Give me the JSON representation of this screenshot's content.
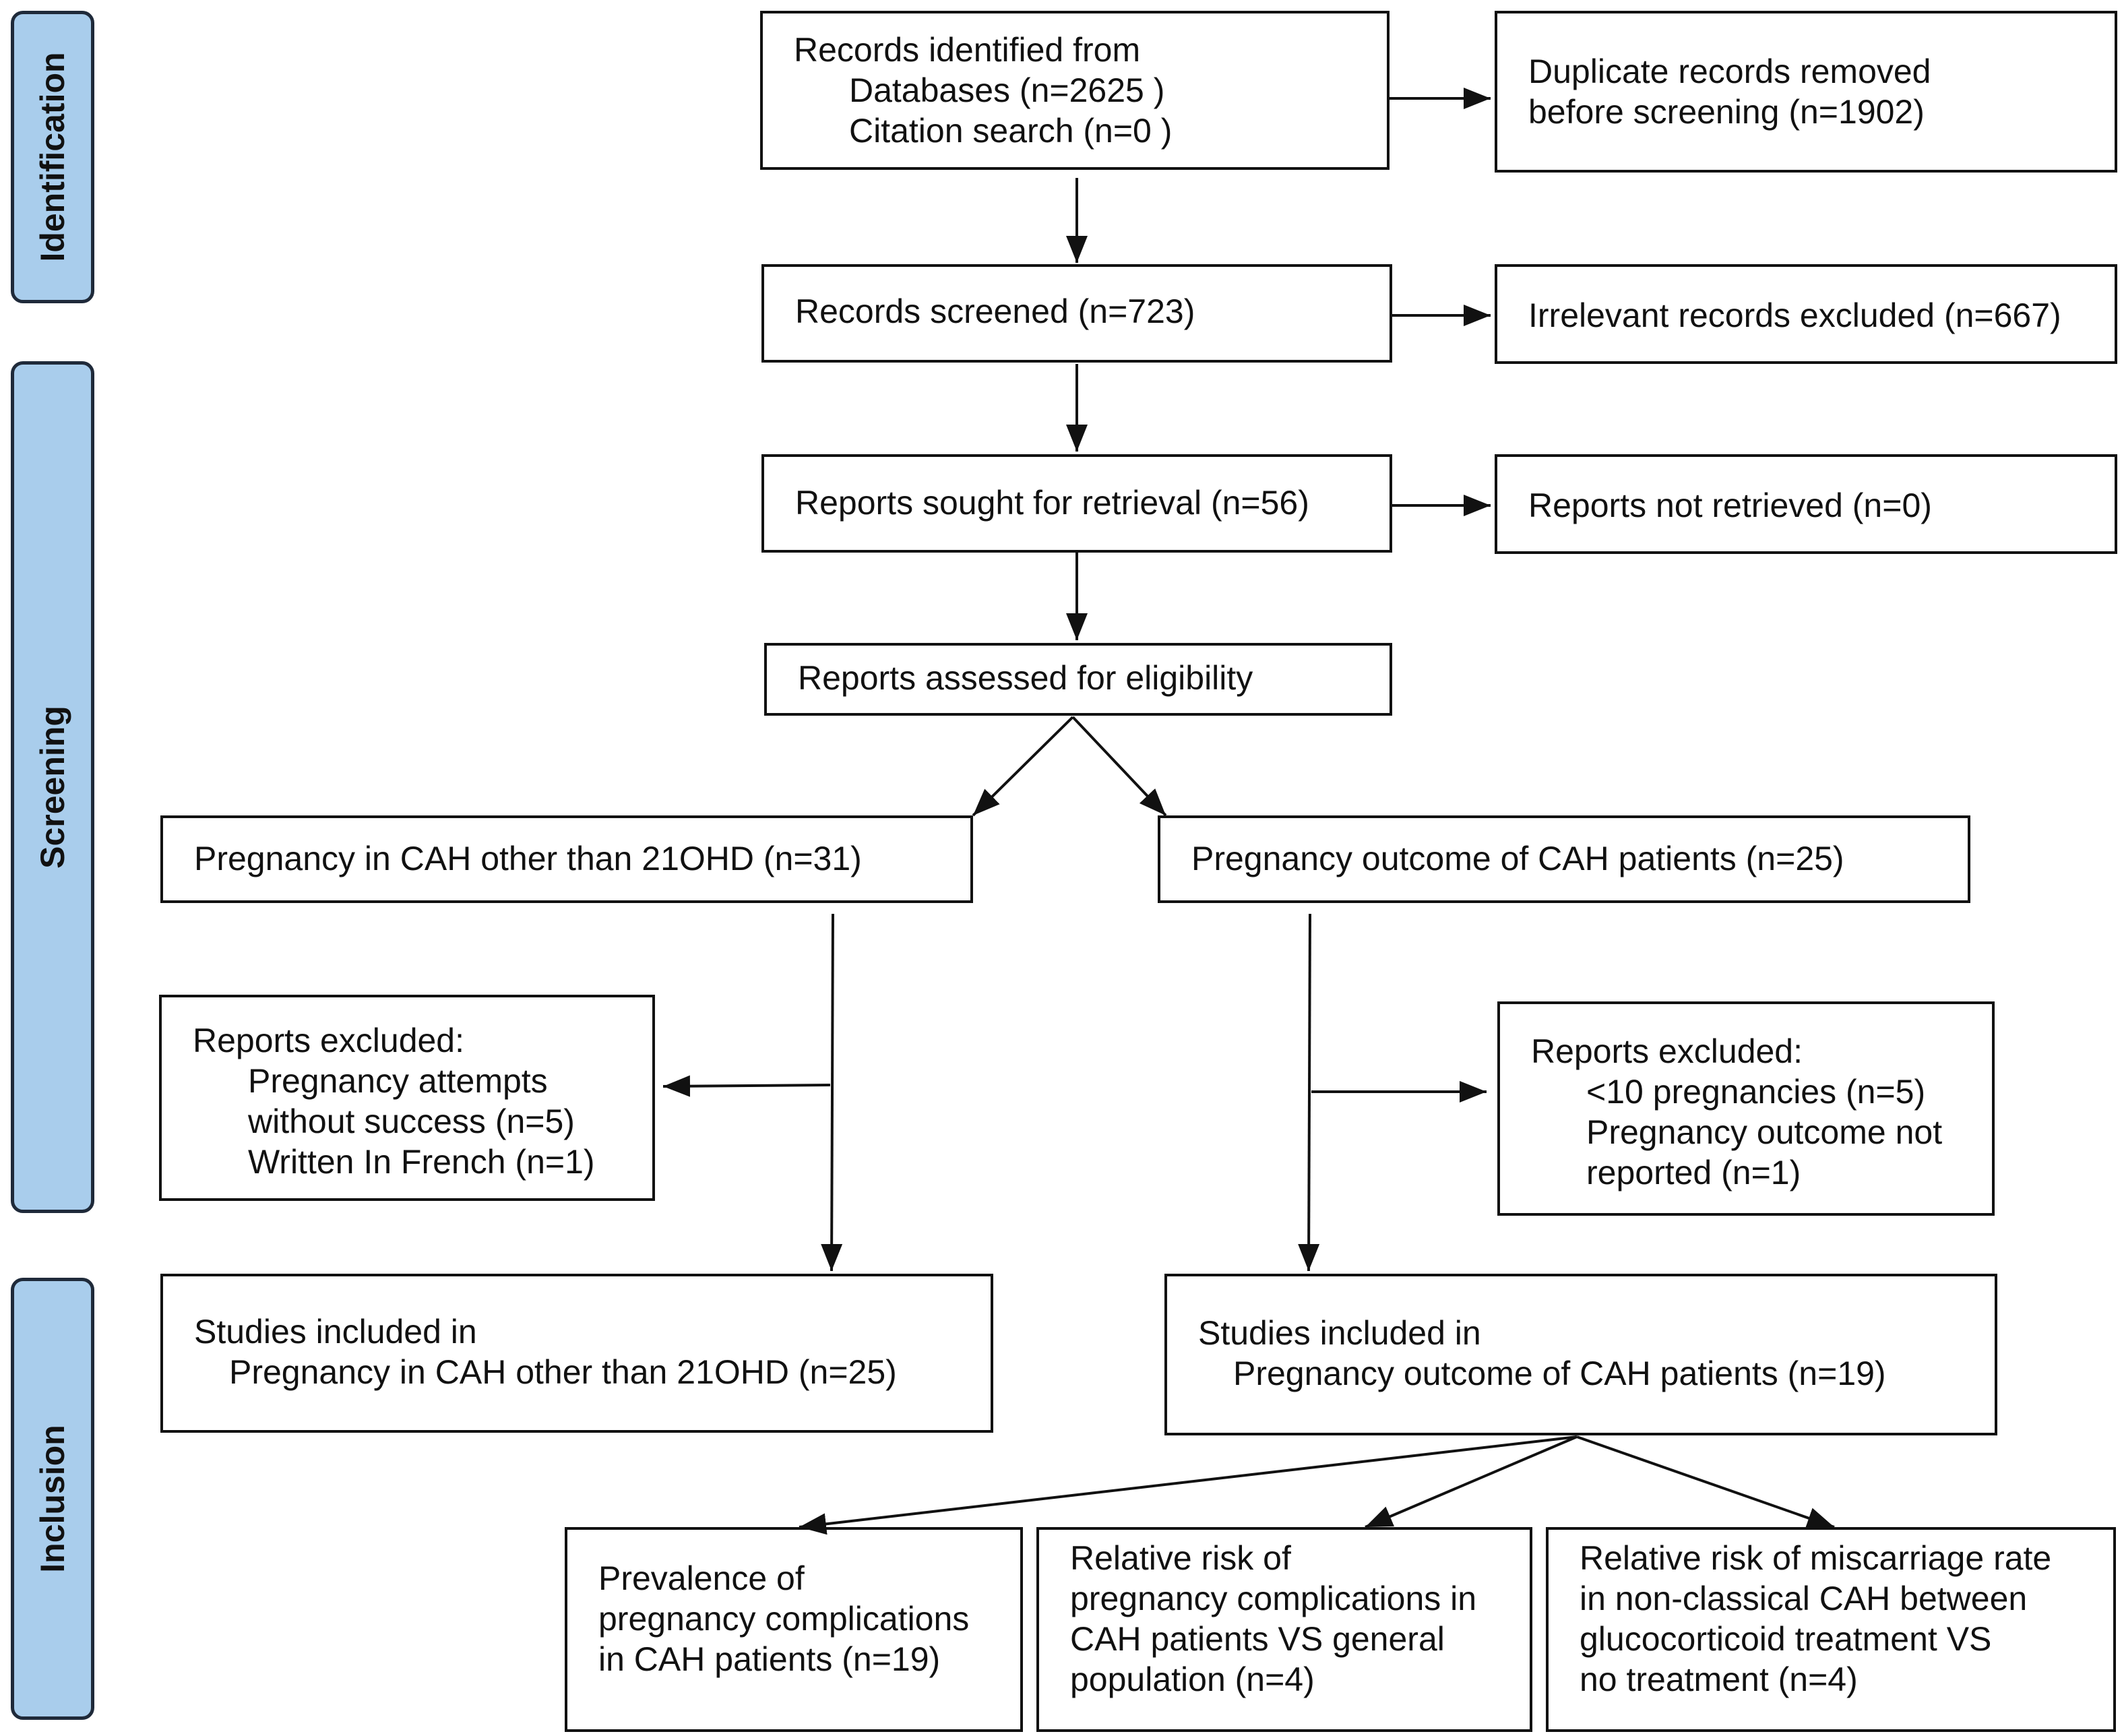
{
  "colors": {
    "phase_fill": "#a9cdec",
    "phase_border": "#1f2a3a",
    "line": "#111111"
  },
  "phases": {
    "identification": "Identification",
    "screening": "Screening",
    "inclusion": "Inclusion"
  },
  "identified": {
    "title": "Records identified from",
    "databases": "Databases (n=2625 )",
    "citation": "Citation search (n=0 )"
  },
  "duplicates": {
    "line1": "Duplicate records removed",
    "line2": "before screening (n=1902)"
  },
  "screened": "Records screened (n=723)",
  "irrelevant": "Irrelevant records excluded (n=667)",
  "sought": "Reports sought for retrieval (n=56)",
  "not_retrieved": "Reports not retrieved (n=0)",
  "assessed": "Reports assessed for eligibility",
  "other_cah": "Pregnancy in CAH other than 21OHD (n=31)",
  "outcome_cah": "Pregnancy outcome of CAH patients (n=25)",
  "excluded_left": {
    "title": "Reports excluded:",
    "line1": "Pregnancy attempts",
    "line2": "without success (n=5)",
    "line3": "Written In French (n=1)"
  },
  "excluded_right": {
    "title": "Reports excluded:",
    "line1": "<10 pregnancies (n=5)",
    "line2": "Pregnancy outcome not",
    "line3": "reported (n=1)"
  },
  "included_left": {
    "line1": "Studies included in",
    "line2": "Pregnancy in CAH other than 21OHD (n=25)"
  },
  "included_right": {
    "line1": "Studies included in",
    "line2": "Pregnancy outcome of CAH patients (n=19)"
  },
  "prevalence": {
    "line1": "Prevalence of",
    "line2": "pregnancy complications",
    "line3": "in CAH patients (n=19)"
  },
  "relative_general": {
    "line1": "Relative risk of",
    "line2": "pregnancy complications in",
    "line3": "CAH patients VS general",
    "line4": "population (n=4)"
  },
  "relative_miscarriage": {
    "line1": "Relative risk of miscarriage rate",
    "line2": "in non-classical CAH between",
    "line3": "glucocorticoid treatment VS",
    "line4": "no treatment (n=4)"
  }
}
